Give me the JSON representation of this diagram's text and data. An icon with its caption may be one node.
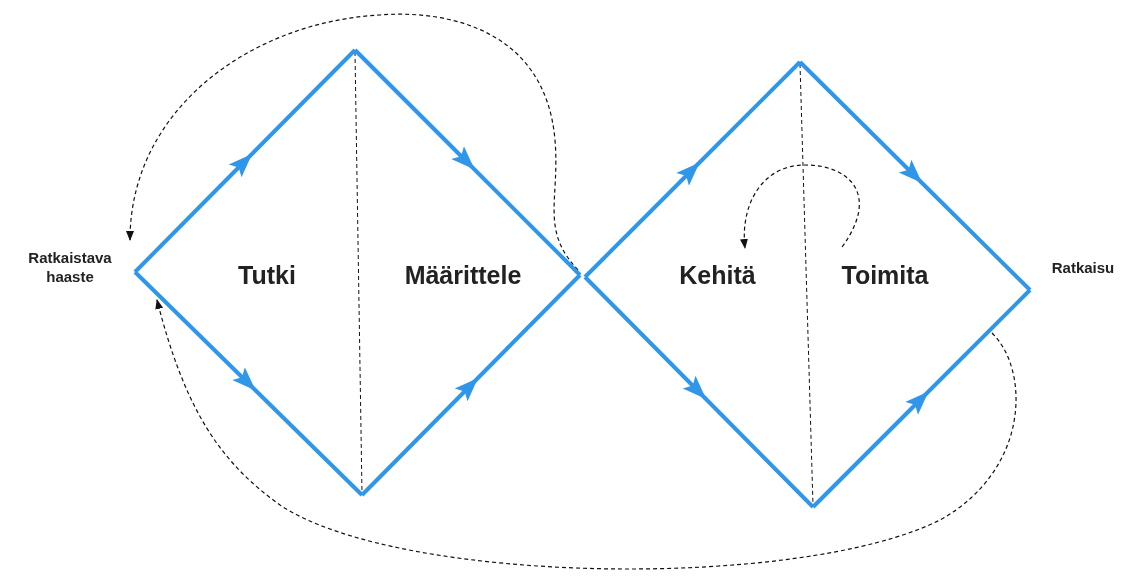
{
  "diagram": {
    "nodes": [
      {
        "text": [
          "Ratkaistava haaste"
        ]
      },
      {
        "text": [],
        "shape": "diamond"
      },
      {
        "text": [
          "Tutki"
        ],
        "in": 1
      },
      {
        "text": [
          "Määrittele"
        ],
        "in": 1
      },
      {
        "text": [],
        "shape": "diamond"
      },
      {
        "text": [
          "Kehitä"
        ],
        "in": 4
      },
      {
        "text": [
          "Toimita"
        ],
        "in": 4
      },
      {
        "text": [
          "Ratkaisu"
        ]
      }
    ],
    "edges": [
      {
        "from": 1,
        "to": 0,
        "arrow": "to",
        "style": "dashed"
      },
      {
        "from": 4,
        "to": 0,
        "arrow": "to",
        "style": "dashed"
      },
      {
        "from": 6,
        "to": 5,
        "arrow": "to",
        "style": "dashed"
      }
    ]
  }
}
